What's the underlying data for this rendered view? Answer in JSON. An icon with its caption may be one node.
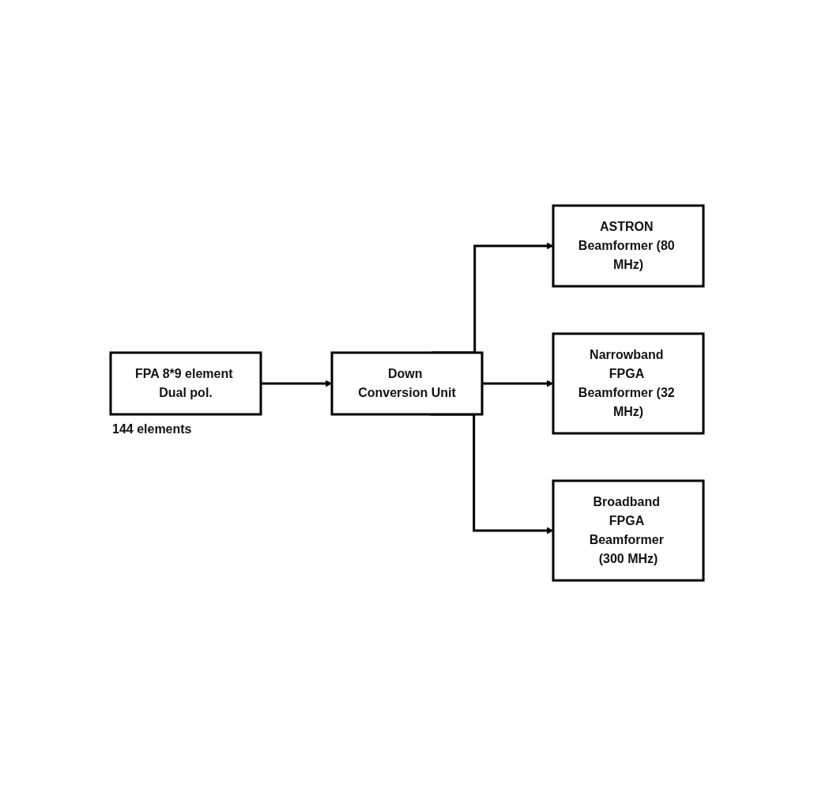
{
  "diagram": {
    "nodes": [
      {
        "text": [
          "FPA 8*9 element Dual pol."
        ],
        "beside": [
          "144 elements"
        ]
      },
      {
        "text": [
          "Down Conversion Unit"
        ]
      },
      {
        "text": [
          "ASTRON Beamformer (80 MHz)"
        ]
      },
      {
        "text": [
          "Narrowband FPGA Beamformer (32 MHz)"
        ]
      },
      {
        "text": [
          "Broadband FPGA Beamformer (300 MHz)"
        ]
      }
    ],
    "edges": [
      {
        "from": 0,
        "to": 1,
        "arrow": "to"
      },
      {
        "from": 1,
        "to": 2,
        "arrow": "to"
      },
      {
        "from": 1,
        "to": 3,
        "arrow": "to"
      },
      {
        "from": 1,
        "to": 4,
        "arrow": "to"
      }
    ]
  }
}
